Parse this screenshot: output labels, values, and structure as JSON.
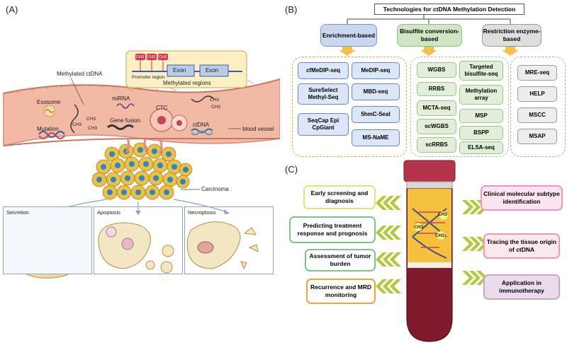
{
  "panel_a": {
    "label": "(A)",
    "methylated_ctdna": "Methylated ctDNA",
    "exosome": "Exosome",
    "mutation": "Mutation",
    "mirna": "miRNA",
    "gene_fusion": "Gene fusion",
    "ctc": "CTC",
    "ctdna": "ctDNA",
    "blood_vessel": "blood vessel",
    "carcinoma": "Carcinoma",
    "ch3": "CH3",
    "promoter_region": "Promoter region",
    "exon": "Exon",
    "methylated_regions": "Methylated regions",
    "secretion": "Secretion",
    "apoptosis": "Apoptosis",
    "necroptosis": "Necroptosis"
  },
  "panel_b": {
    "label": "(B)",
    "title": "Technologies for ctDNA Methylation Detection",
    "enrichment": {
      "header": "Enrichment-based",
      "items": [
        "cfMeDIP-seq",
        "MeDIP-seq",
        "SureSelect Methyl-Seq",
        "MBD-seq",
        "SeqCap Epi CpGiant",
        "5hmC-Seal",
        "MS-NaME"
      ]
    },
    "bisulfite": {
      "header": "Bisulfite conversion-based",
      "items": [
        "WGBS",
        "Targeted bisulfite-seq",
        "RRBS",
        "Methylation array",
        "MCTA-seq",
        "MSP",
        "scWGBS",
        "BSPP",
        "scRRBS",
        "ELSA-seq"
      ]
    },
    "restriction": {
      "header": "Restriction enzyme-based",
      "items": [
        "MRE-seq",
        "HELP",
        "MSCC",
        "MSAP"
      ]
    }
  },
  "panel_c": {
    "label": "(C)",
    "left": [
      "Early screening and diagnosis",
      "Predicting treatment response and prognosis",
      "Assessment of tumor burden",
      "Recurrence and MRD monitoring"
    ],
    "right": [
      "Clinical molecular subtype identification",
      "Tracing the tissue origin of ctDNA",
      "Application in immunotherapy"
    ],
    "ch3": "CH3",
    "colors": {
      "yellow": "#e6e27a",
      "green_box": "#7fc48a",
      "orange": "#f0a23c",
      "pink": "#e59bc0",
      "purple": "#c9a6c9",
      "chevron": "#b5c83a",
      "blood": "#7e1a2c"
    }
  }
}
